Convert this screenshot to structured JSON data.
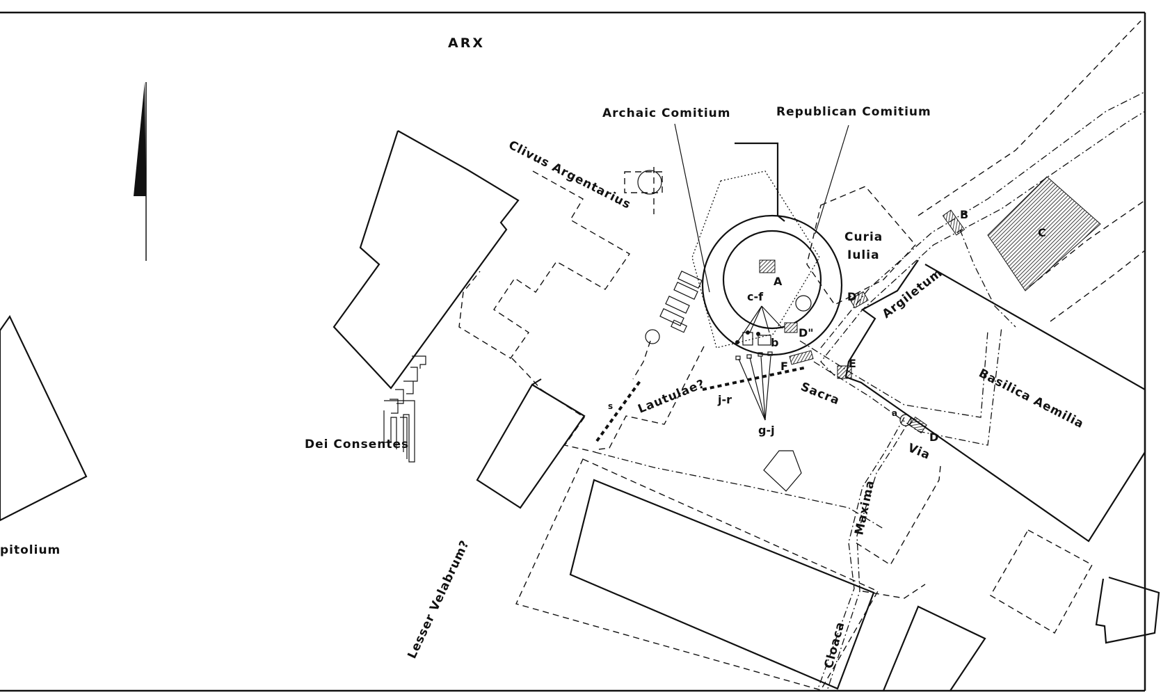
{
  "labels": {
    "arx": "ARX",
    "archaic_comitium": "Archaic Comitium",
    "republican_comitium": "Republican Comitium",
    "clivus_argentarius": "Clivus Argentarius",
    "curia_line1": "Curia",
    "curia_line2": "Iulia",
    "argiletum": "Argiletum",
    "basilica_aemilia": "Basilica Aemilia",
    "dei_consentes": "Dei Consentes",
    "capitolium": "pitolium",
    "lesser_velabrum": "Lesser Velabrum?",
    "lautulae": "Lautulae?",
    "sacra": "Sacra",
    "via": "Via",
    "maxima": "Maxima",
    "cloaca": "Cloaca"
  },
  "markers": {
    "A": "A",
    "B": "B",
    "C": "C",
    "D": "D",
    "D_prime": "D'",
    "D_double": "D\"",
    "E": "E",
    "F": "F",
    "a": "a",
    "b": "b",
    "c_f": "c-f",
    "g_j": "g-j",
    "j_r": "j-r",
    "s": "s"
  },
  "colors": {
    "ink": "#111111",
    "paper": "#ffffff"
  },
  "icons": {
    "north_arrow": "north-arrow-icon"
  }
}
